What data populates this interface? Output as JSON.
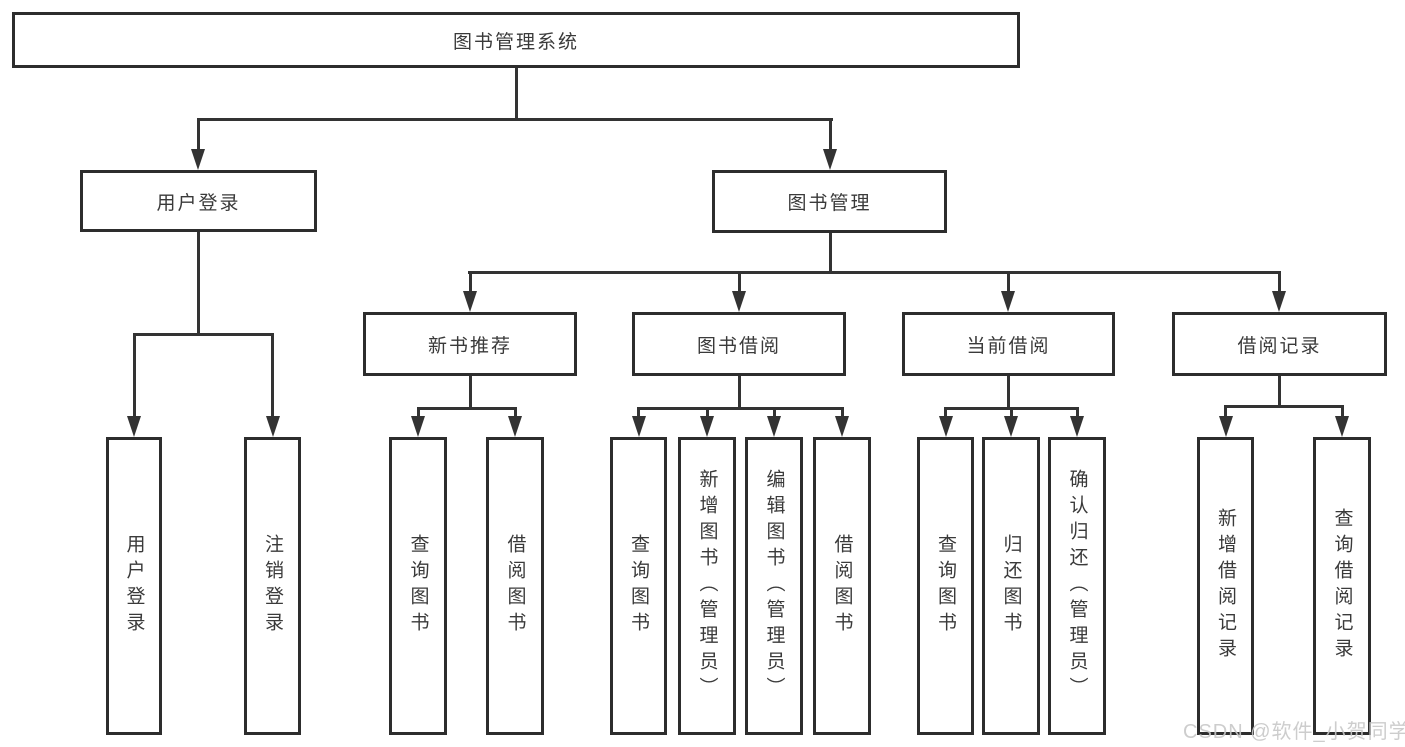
{
  "tree": {
    "label": "图书管理系统",
    "children": [
      {
        "label": "用户登录",
        "children": [
          {
            "label": "用户登录"
          },
          {
            "label": "注销登录"
          }
        ]
      },
      {
        "label": "图书管理",
        "children": [
          {
            "label": "新书推荐",
            "children": [
              {
                "label": "查询图书"
              },
              {
                "label": "借阅图书"
              }
            ]
          },
          {
            "label": "图书借阅",
            "children": [
              {
                "label": "查询图书"
              },
              {
                "label": "新增图书（管理员）"
              },
              {
                "label": "编辑图书（管理员）"
              },
              {
                "label": "借阅图书"
              }
            ]
          },
          {
            "label": "当前借阅",
            "children": [
              {
                "label": "查询图书"
              },
              {
                "label": "归还图书"
              },
              {
                "label": "确认归还（管理员）"
              }
            ]
          },
          {
            "label": "借阅记录",
            "children": [
              {
                "label": "新增借阅记录"
              },
              {
                "label": "查询借阅记录"
              }
            ]
          }
        ]
      }
    ]
  },
  "watermark": "CSDN @软件_小贺同学",
  "colors": {
    "line": "#333333",
    "border": "#2d2d2d",
    "text": "#3a3a3a",
    "watermark": "#c8c8c8",
    "bg": "#ffffff"
  }
}
